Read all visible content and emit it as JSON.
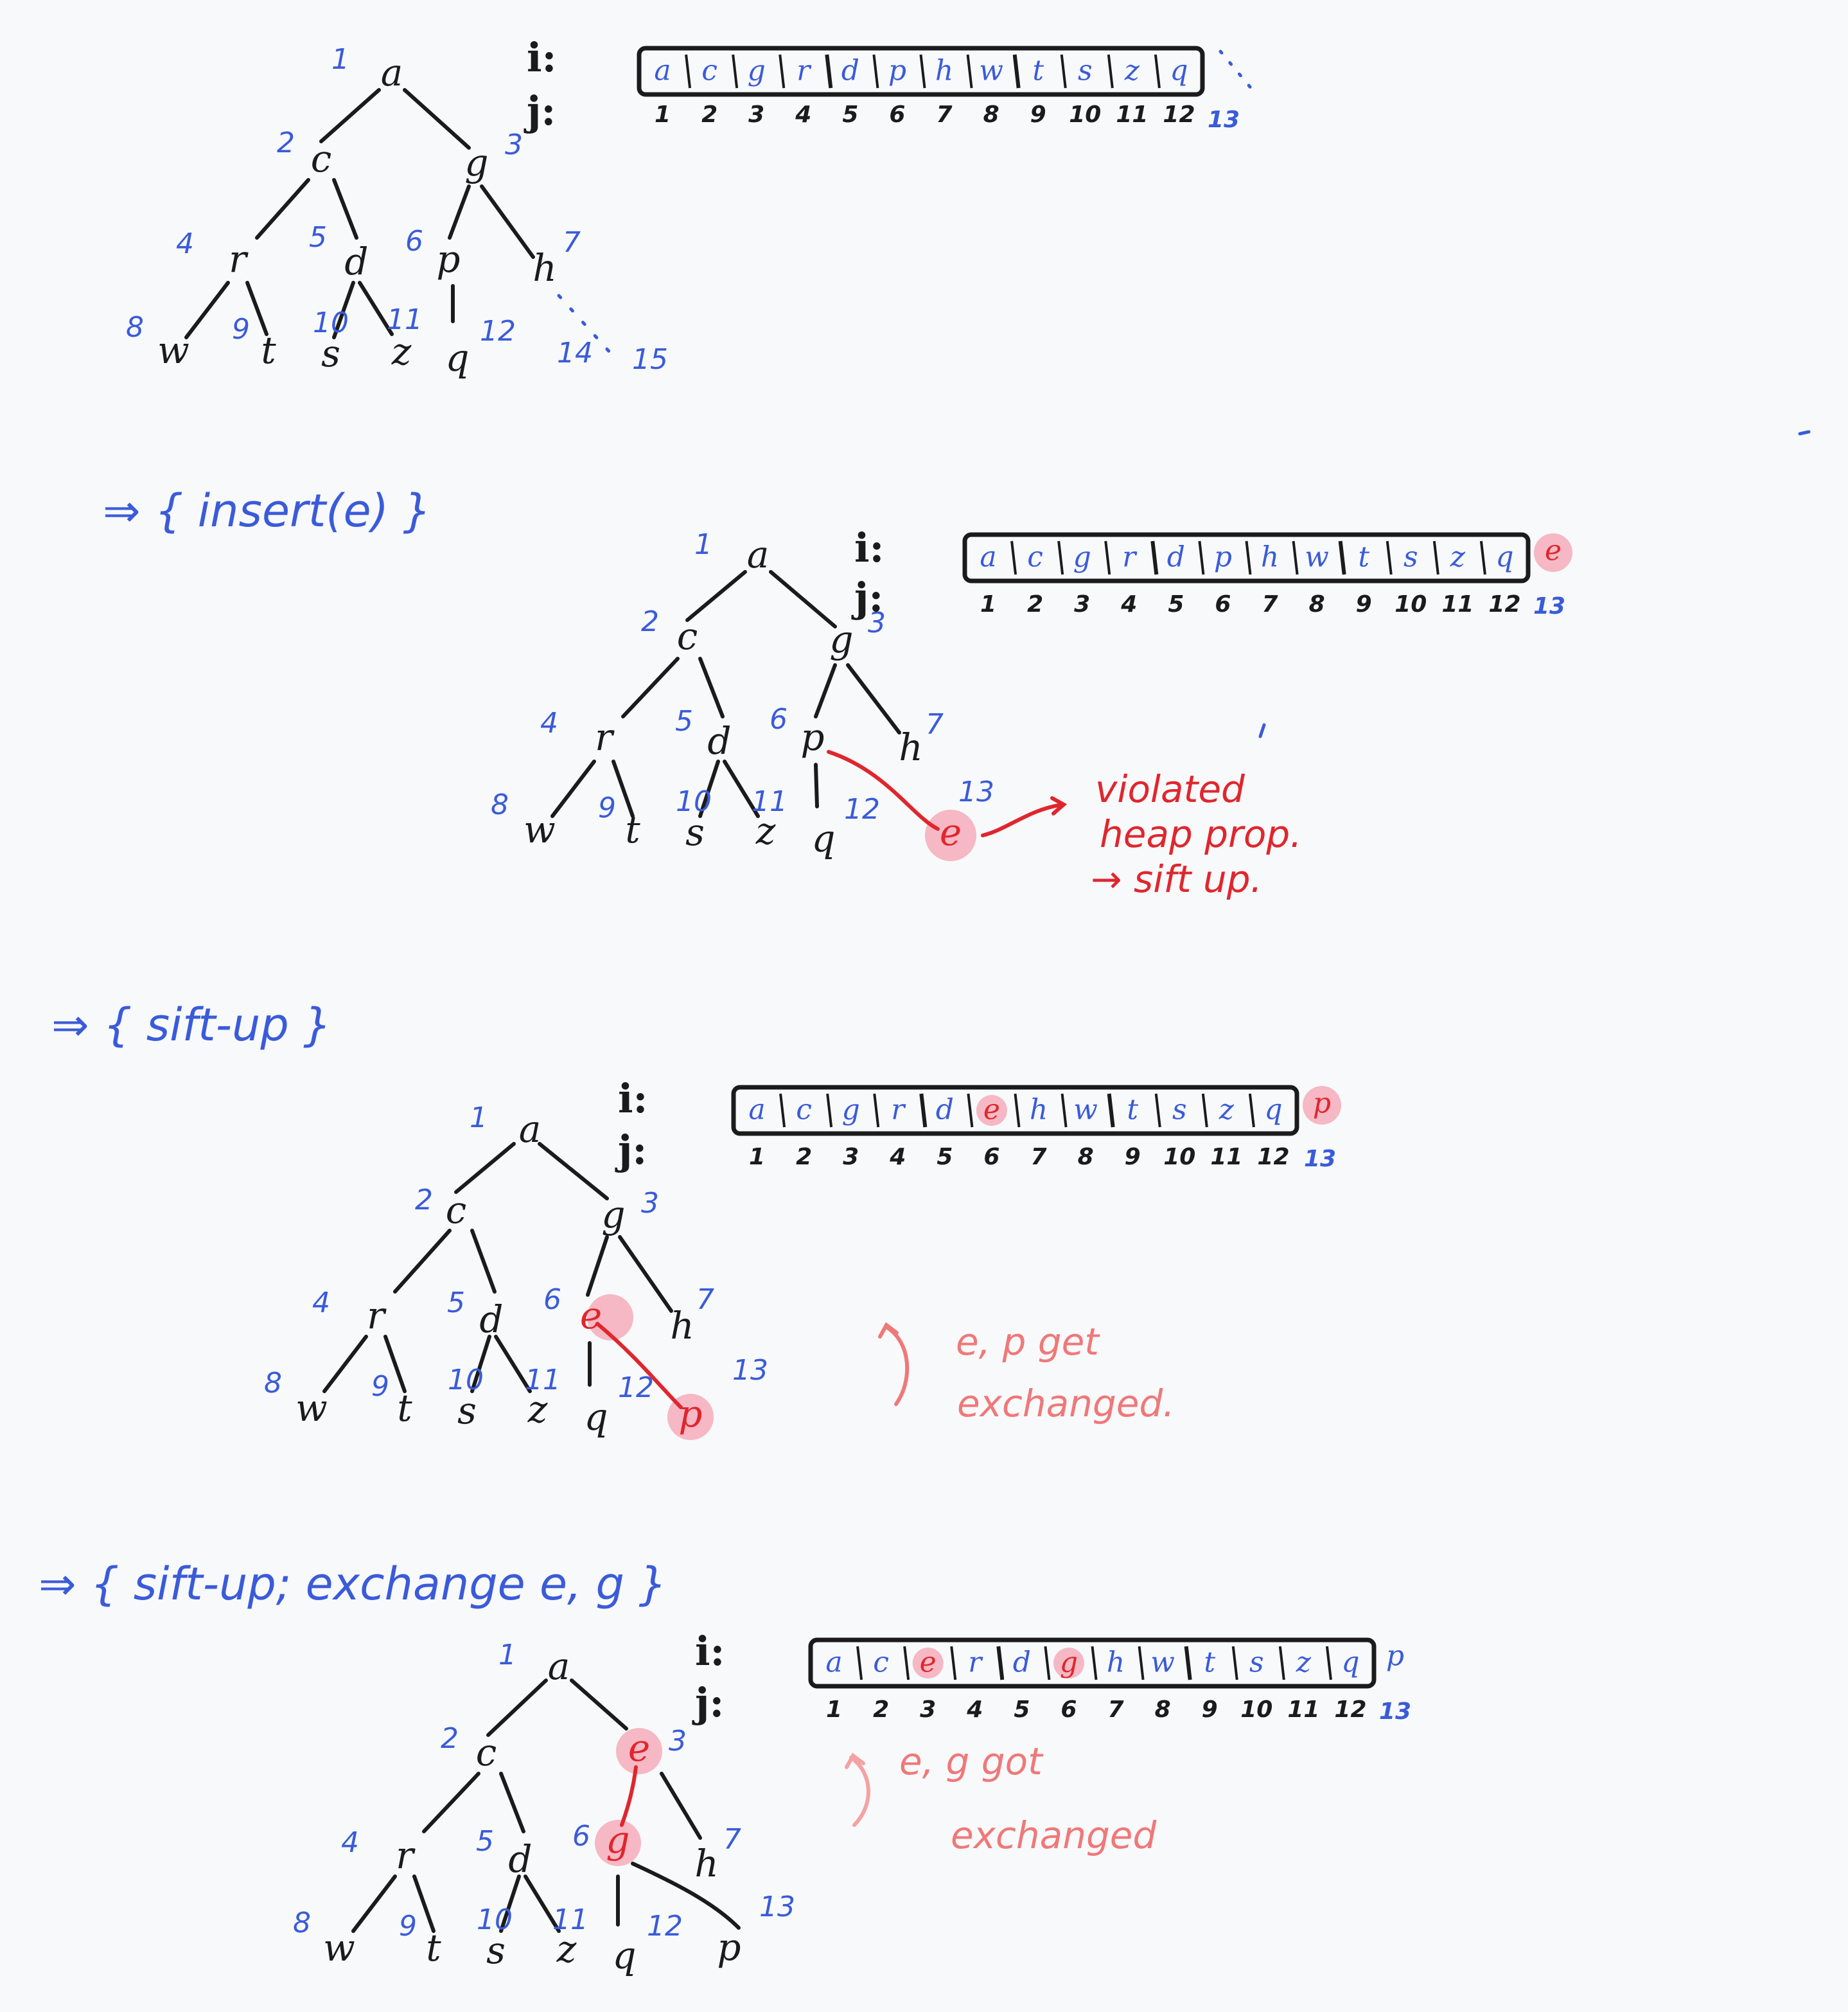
{
  "array_labels": {
    "i": "i:",
    "j": "j:"
  },
  "stages": [
    {
      "step": "",
      "nodes": [
        {
          "v": "a",
          "n": "1"
        },
        {
          "v": "c",
          "n": "2"
        },
        {
          "v": "g",
          "n": "3"
        },
        {
          "v": "r",
          "n": "4"
        },
        {
          "v": "d",
          "n": "5"
        },
        {
          "v": "p",
          "n": "6"
        },
        {
          "v": "h",
          "n": "7"
        },
        {
          "v": "w",
          "n": "8"
        },
        {
          "v": "t",
          "n": "9"
        },
        {
          "v": "s",
          "n": "10"
        },
        {
          "v": "z",
          "n": "11"
        },
        {
          "v": "q",
          "n": "12"
        }
      ],
      "extra_index_labels": [
        "14",
        "15"
      ],
      "array": [
        "a",
        "c",
        "g",
        "r",
        "d",
        "p",
        "h",
        "w",
        "t",
        "s",
        "z",
        "q"
      ],
      "array_extra": "",
      "array_indices": [
        "1",
        "2",
        "3",
        "4",
        "5",
        "6",
        "7",
        "8",
        "9",
        "10",
        "11",
        "12"
      ],
      "array_next_index": "13"
    },
    {
      "step": "⇒ { insert(e) }",
      "nodes": [
        {
          "v": "a",
          "n": "1"
        },
        {
          "v": "c",
          "n": "2"
        },
        {
          "v": "g",
          "n": "3"
        },
        {
          "v": "r",
          "n": "4"
        },
        {
          "v": "d",
          "n": "5"
        },
        {
          "v": "p",
          "n": "6"
        },
        {
          "v": "h",
          "n": "7"
        },
        {
          "v": "w",
          "n": "8"
        },
        {
          "v": "t",
          "n": "9"
        },
        {
          "v": "s",
          "n": "10"
        },
        {
          "v": "z",
          "n": "11"
        },
        {
          "v": "q",
          "n": "12"
        },
        {
          "v": "e",
          "n": "13"
        }
      ],
      "array": [
        "a",
        "c",
        "g",
        "r",
        "d",
        "p",
        "h",
        "w",
        "t",
        "s",
        "z",
        "q"
      ],
      "array_extra": "e",
      "array_indices": [
        "1",
        "2",
        "3",
        "4",
        "5",
        "6",
        "7",
        "8",
        "9",
        "10",
        "11",
        "12"
      ],
      "array_next_index": "13",
      "note": [
        "violated",
        "heap prop.",
        "→ sift up."
      ]
    },
    {
      "step": "⇒ { sift-up }",
      "nodes": [
        {
          "v": "a",
          "n": "1"
        },
        {
          "v": "c",
          "n": "2"
        },
        {
          "v": "g",
          "n": "3"
        },
        {
          "v": "r",
          "n": "4"
        },
        {
          "v": "d",
          "n": "5"
        },
        {
          "v": "e",
          "n": "6"
        },
        {
          "v": "h",
          "n": "7"
        },
        {
          "v": "w",
          "n": "8"
        },
        {
          "v": "t",
          "n": "9"
        },
        {
          "v": "s",
          "n": "10"
        },
        {
          "v": "z",
          "n": "11"
        },
        {
          "v": "q",
          "n": "12"
        },
        {
          "v": "p",
          "n": "13"
        }
      ],
      "array": [
        "a",
        "c",
        "g",
        "r",
        "d",
        "e",
        "h",
        "w",
        "t",
        "s",
        "z",
        "q"
      ],
      "array_extra": "p",
      "array_indices": [
        "1",
        "2",
        "3",
        "4",
        "5",
        "6",
        "7",
        "8",
        "9",
        "10",
        "11",
        "12"
      ],
      "array_next_index": "13",
      "note": [
        "e, p get",
        "exchanged."
      ]
    },
    {
      "step": "⇒ { sift-up; exchange e, g }",
      "nodes": [
        {
          "v": "a",
          "n": "1"
        },
        {
          "v": "c",
          "n": "2"
        },
        {
          "v": "e",
          "n": "3"
        },
        {
          "v": "r",
          "n": "4"
        },
        {
          "v": "d",
          "n": "5"
        },
        {
          "v": "g",
          "n": "6"
        },
        {
          "v": "h",
          "n": "7"
        },
        {
          "v": "w",
          "n": "8"
        },
        {
          "v": "t",
          "n": "9"
        },
        {
          "v": "s",
          "n": "10"
        },
        {
          "v": "z",
          "n": "11"
        },
        {
          "v": "q",
          "n": "12"
        },
        {
          "v": "p",
          "n": "13"
        }
      ],
      "array": [
        "a",
        "c",
        "e",
        "r",
        "d",
        "g",
        "h",
        "w",
        "t",
        "s",
        "z",
        "q"
      ],
      "array_extra": "p",
      "array_indices": [
        "1",
        "2",
        "3",
        "4",
        "5",
        "6",
        "7",
        "8",
        "9",
        "10",
        "11",
        "12"
      ],
      "array_next_index": "13",
      "note": [
        "e, g got",
        "exchanged"
      ]
    }
  ],
  "colors": {
    "ink": "#1b1b1b",
    "index": "#3a5bd9",
    "highlight": "#e0262d",
    "halo": "#f4a2b2",
    "note_soft": "#f07878"
  },
  "icons": {
    "pointer": "curved-arrow-icon",
    "swap": "bracket-arrow-icon"
  }
}
